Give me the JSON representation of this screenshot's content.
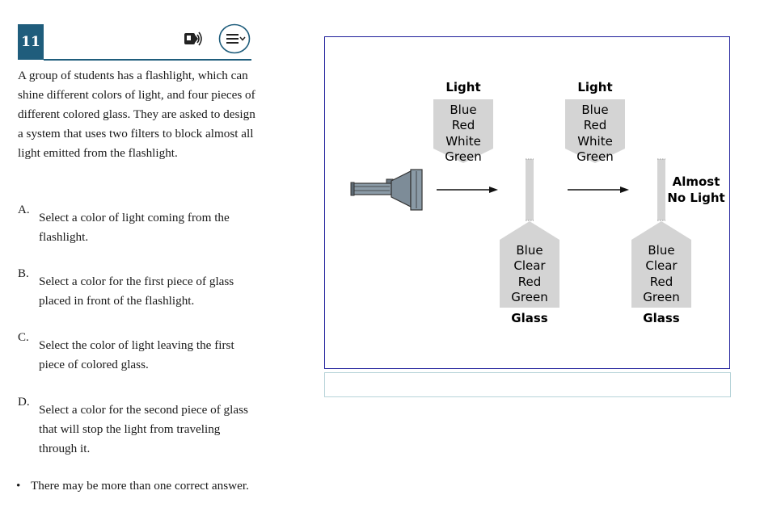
{
  "question": {
    "number": "11",
    "stem": "A group of students has a flashlight, which can shine different colors of light, and four pieces of different colored glass. They are asked to design a system that uses two filters to block almost all light emitted from the flashlight.",
    "parts": [
      {
        "letter": "A.",
        "text": "Select a color of light coming from the flashlight."
      },
      {
        "letter": "B.",
        "text": "Select a color for the first piece of glass placed in front of the flashlight."
      },
      {
        "letter": "C.",
        "text": "Select the color of light leaving the first piece of colored glass."
      },
      {
        "letter": "D.",
        "text": "Select a color for the second piece of glass that will stop the light from traveling through it."
      }
    ],
    "note_bullet": "•",
    "note": "There may be more than one correct answer."
  },
  "toolbar": {
    "tts_icon": "text-to-speech-icon",
    "menu_icon": "context-menu-icon"
  },
  "diagram": {
    "light_label": "Light",
    "light_colors": [
      "Blue",
      "Red",
      "White",
      "Green"
    ],
    "glass_label": "Glass",
    "glass_colors": [
      "Blue",
      "Clear",
      "Red",
      "Green"
    ],
    "result_line1": "Almost",
    "result_line2": "No Light"
  },
  "colors": {
    "accent": "#1f5d7c",
    "figure_border": "#1d1d9a",
    "answer_border": "#b6d3d8",
    "label_bg": "#d4d4d4"
  }
}
